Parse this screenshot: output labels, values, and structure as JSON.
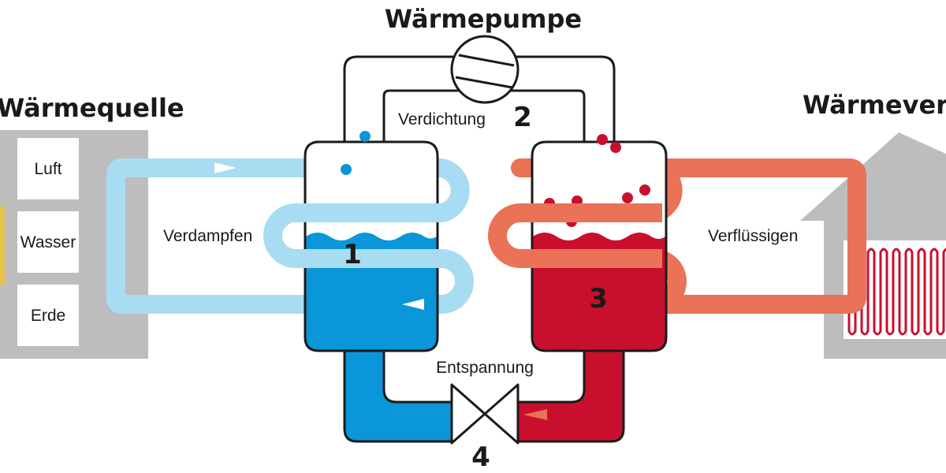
{
  "titles": {
    "heat_pump": "Wärmepumpe",
    "heat_source": "Wärmequelle",
    "heat_distribution": "Wärmeverte"
  },
  "sources": [
    "Luft",
    "Wasser",
    "Erde"
  ],
  "process": {
    "evaporation": "Verdampfen",
    "compression": "Verdichtung",
    "condensation": "Verflüssigen",
    "expansion": "Entspannung"
  },
  "steps": {
    "evaporator": "1",
    "compressor": "2",
    "condenser": "3",
    "expansion_valve": "4"
  },
  "colors": {
    "cold_loop": "#a8dcf2",
    "cold_fluid": "#0a96d8",
    "hot_loop": "#ea7257",
    "hot_fluid": "#c8102e",
    "house": "#bdbdbd",
    "piping": "#1a1a1a"
  },
  "icons": [
    "compressor-icon",
    "expansion-valve-icon",
    "radiator-icon",
    "house-icon",
    "flow-arrow-icon"
  ]
}
